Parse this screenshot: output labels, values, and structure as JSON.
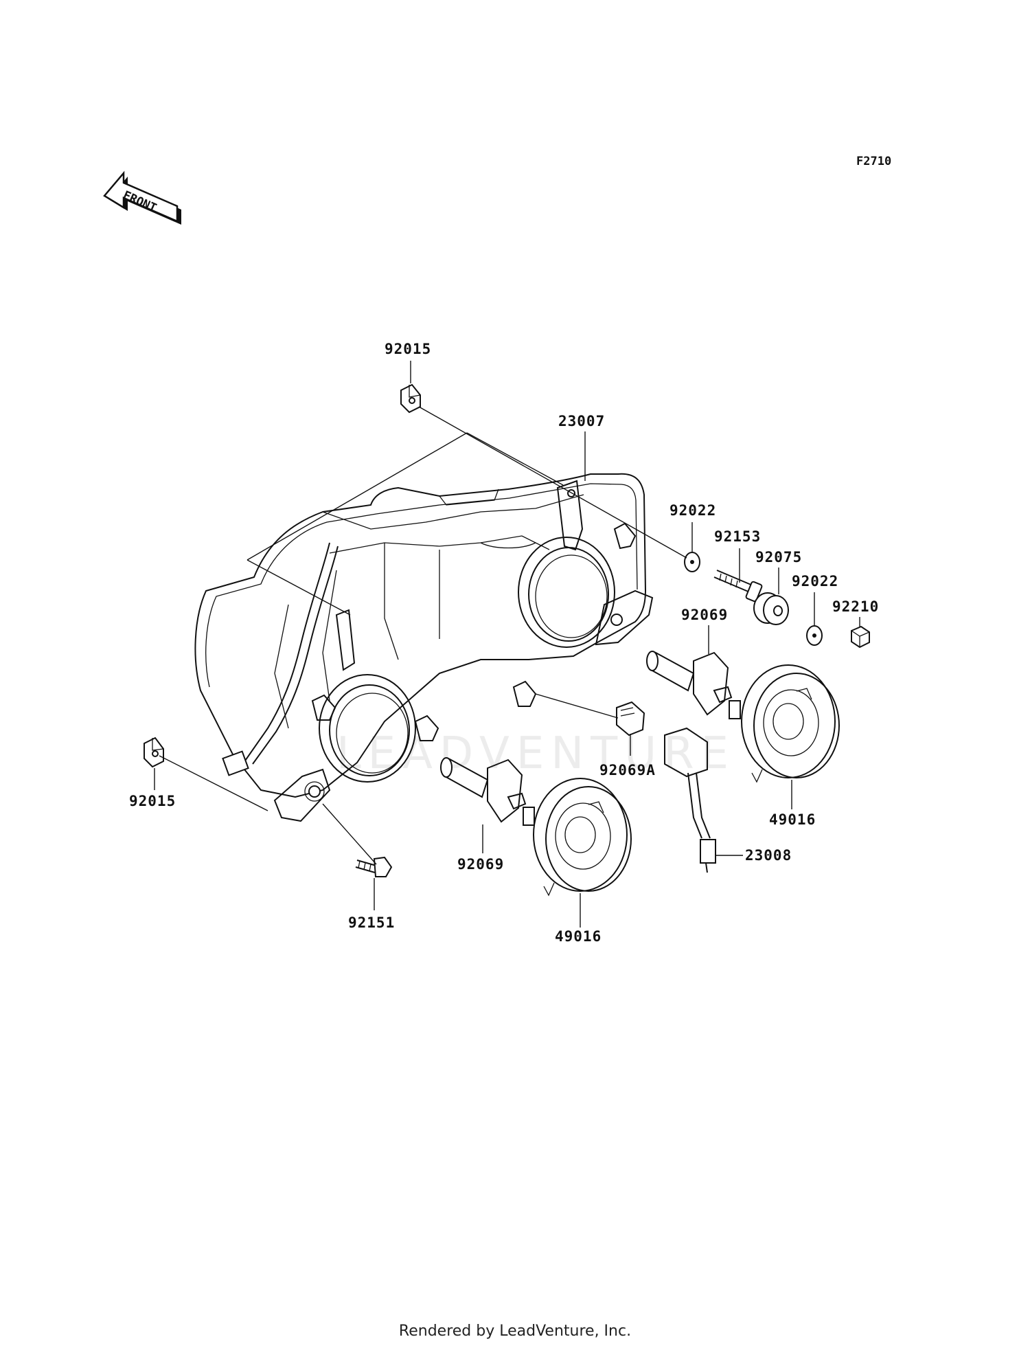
{
  "figure_code": "F2710",
  "front_label": "FRONT",
  "watermark": "LEADVENTURE",
  "footer": "Rendered by LeadVenture, Inc.",
  "callouts": {
    "bracket_clip_top": "92015",
    "headlight_assembly": "23007",
    "washer_upper": "92022",
    "adjuster_screw": "92153",
    "grommet": "92075",
    "washer_lower": "92022",
    "cap_nut": "92210",
    "bulb_right": "92069",
    "bulb_position": "92069A",
    "socket_cover_right": "49016",
    "wiring_socket": "23008",
    "bracket_clip_left": "92015",
    "bulb_left": "92069",
    "socket_cover_left": "49016",
    "bolt": "92151"
  }
}
